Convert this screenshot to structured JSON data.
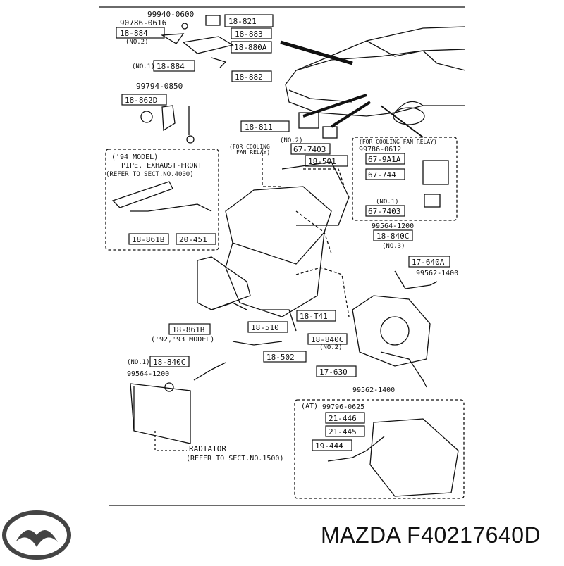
{
  "labels": {
    "l_99940": "99940-0600",
    "l_18821": "18-821",
    "l_90786": "90786-0616",
    "l_18883": "18-883",
    "l_18884_top": "18-884",
    "l_no2_top": "(NO.2)",
    "l_18880a": "18-880A",
    "l_no1_a": "(NO.1)",
    "l_18884_b": "18-884",
    "l_18882": "18-882",
    "l_99794": "99794-0850",
    "l_18862d": "18-862D",
    "l_18811": "18-811",
    "l_no2_b": "(NO.2)",
    "l_cfr1": "(FOR COOLING",
    "l_cfr2": "FAN RELAY)",
    "l_677403_a": "67-7403",
    "l_18501": "18-501",
    "l_cfr3": "(FOR COOLING FAN RELAY)",
    "l_99786": "99786-0612",
    "l_679a1a": "67-9A1A",
    "l_67744": "67-744",
    "l_no1_b": "(NO.1)",
    "l_677403_b": "67-7403",
    "l_94model": "('94 MODEL)",
    "l_pipe": "PIPE, EXHAUST-FRONT",
    "l_refer4000": "(REFER TO SECT.NO.4000)",
    "l_18861b_a": "18-861B",
    "l_20451": "20-451",
    "l_99564_a": "99564-1200",
    "l_18840c_a": "18-840C",
    "l_no3": "(NO.3)",
    "l_17640a": "17-640A",
    "l_99562_a": "99562-1400",
    "l_18t41": "18-T41",
    "l_18861b_b": "18-861B",
    "l_18510": "18-510",
    "l_18840c_b": "18-840C",
    "l_9293": "('92,'93 MODEL)",
    "l_no2_c": "(NO.2)",
    "l_18502": "18-502",
    "l_no1_c": "(NO.1)",
    "l_18840c_c": "18-840C",
    "l_17630": "17-630",
    "l_99564_b": "99564-1200",
    "l_99562_b": "99562-1400",
    "l_at": "(AT)",
    "l_99796": "99796-0625",
    "l_21446": "21-446",
    "l_21445": "21-445",
    "l_19444": "19-444",
    "l_radiator": "RADIATOR",
    "l_refer1500": "(REFER TO SECT.NO.1500)"
  },
  "brand_part": "MAZDA F40217640D",
  "colors": {
    "ink": "#111111",
    "background": "#ffffff"
  },
  "icons": [
    "mazda-logo-icon"
  ]
}
